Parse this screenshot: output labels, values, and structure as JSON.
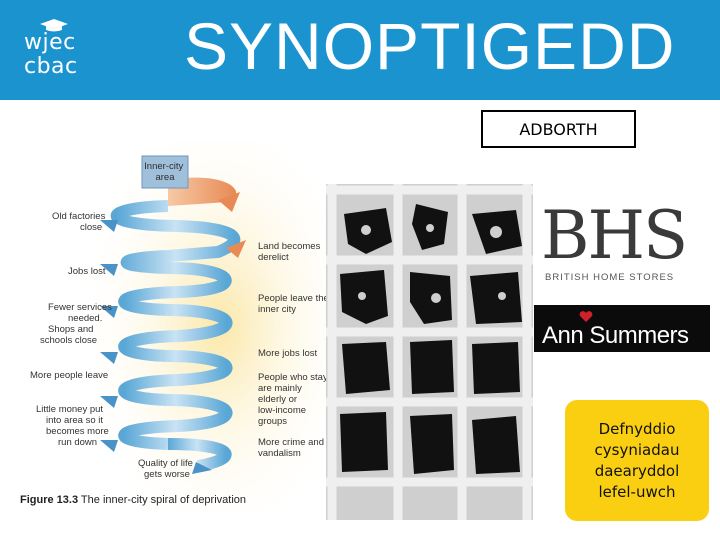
{
  "header": {
    "title": "SYNOPTIGEDD",
    "logo": {
      "line1": "wjec",
      "line2": "cbac",
      "icon": "graduation-cap-icon"
    },
    "background": "#1a93cf"
  },
  "adborth_label": "ADBORTH",
  "spiral_figure": {
    "top_box": "Inner-city area",
    "left_labels": [
      "Old factories close",
      "Jobs lost",
      "Fewer services needed. Shops and schools close",
      "More people leave",
      "Little money put into area so it becomes more run down",
      "Quality of life gets worse"
    ],
    "right_labels": [
      "Land becomes derelict",
      "People leave the inner city",
      "More jobs lost",
      "People who stay are mainly elderly or low-income groups",
      "More crime and vandalism"
    ],
    "caption_bold": "Figure 13.3",
    "caption_rest": " The inner-city spiral of deprivation"
  },
  "bhs_logo": {
    "big": "BHS",
    "sub": "BRITISH HOME STORES"
  },
  "ann_logo": {
    "text": "Ann Summers",
    "color": "#d0202a"
  },
  "note": {
    "lines": [
      "Defnyddio",
      "cysyniadau",
      "daearyddol",
      "lefel-uwch"
    ],
    "color": "#fbcf11"
  }
}
